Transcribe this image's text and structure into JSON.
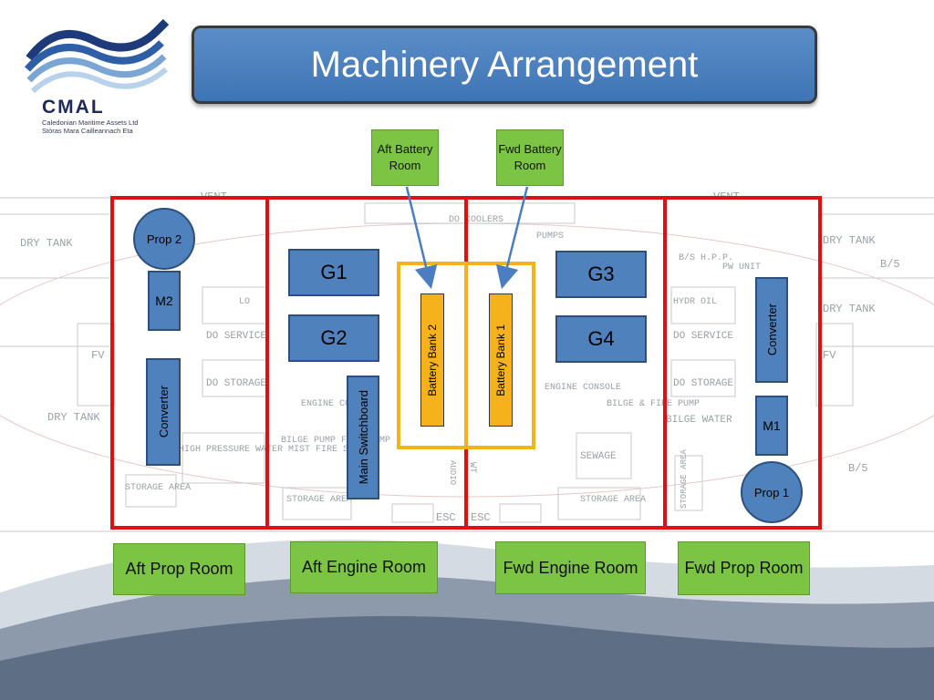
{
  "header": {
    "title": "Machinery Arrangement"
  },
  "logo": {
    "name": "CMAL",
    "subtitle_line1": "Caledonian Maritime Assets Ltd",
    "subtitle_line2": "Stòras Mara Cailleannach Eta"
  },
  "battery_rooms": {
    "aft": "Aft Battery Room",
    "fwd": "Fwd Battery Room"
  },
  "rooms": {
    "aft_prop": "Aft Prop Room",
    "aft_engine": "Aft Engine Room",
    "fwd_engine": "Fwd Engine Room",
    "fwd_prop": "Fwd Prop Room"
  },
  "equipment": {
    "prop2": "Prop 2",
    "m2": "M2",
    "converter_aft": "Converter",
    "g1": "G1",
    "g2": "G2",
    "main_switchboard": "Main Switchboard",
    "battery_bank_2": "Battery Bank 2",
    "battery_bank_1": "Battery Bank 1",
    "g3": "G3",
    "g4": "G4",
    "converter_fwd": "Converter",
    "m1": "M1",
    "prop1": "Prop 1"
  },
  "background_labels": {
    "dry_tank_left_top": "DRY TANK",
    "dry_tank_left_bottom": "DRY TANK",
    "dry_tank_right_top": "DRY TANK",
    "dry_tank_right_mid": "DRY TANK",
    "bs_right_top": "B/5",
    "bs_right_bottom": "B/5",
    "vent_left": "VENT",
    "vent_right": "VENT",
    "do_coolers": "DO COOLERS",
    "pumps": "PUMPS",
    "bs_hpp": "B/S H.P.P.",
    "pw_unit": "PW UNIT",
    "hydr_oil": "HYDR OIL",
    "lo": "LO",
    "do_service_left": "DO SERVICE",
    "do_storage_left": "DO STORAGE",
    "do_service_right": "DO SERVICE",
    "do_storage_right": "DO STORAGE",
    "engine_console_left": "ENGINE CONSOLE",
    "engine_console_right": "ENGINE CONSOLE",
    "bilge_fire_pump_left": "BILGE PUMP FIRE PUMP",
    "bilge_fire_pump_right": "BILGE & FIRE PUMP",
    "high_pressure_mist": "HIGH PRESSURE WATER MIST FIRE SYSTEM",
    "storage_area_aft": "STORAGE AREA",
    "storage_area_aft_engine": "STORAGE AREA",
    "storage_area_fwd_engine": "STORAGE AREA",
    "storage_area_fwd_prop": "STORAGE AREA",
    "sewage": "SEWAGE",
    "bilge_water": "BILGE WATER",
    "fv_left": "FV",
    "fv_right": "FV",
    "esc_left": "ESC",
    "esc_right": "ESC",
    "audio": "AUDIO",
    "wt": "WT"
  },
  "colors": {
    "accent_blue": "#4f81bd",
    "room_border_red": "#e01010",
    "battery_frame": "#f6b21a",
    "label_green": "#7cc444",
    "arrow_blue": "#4a7ec0"
  }
}
